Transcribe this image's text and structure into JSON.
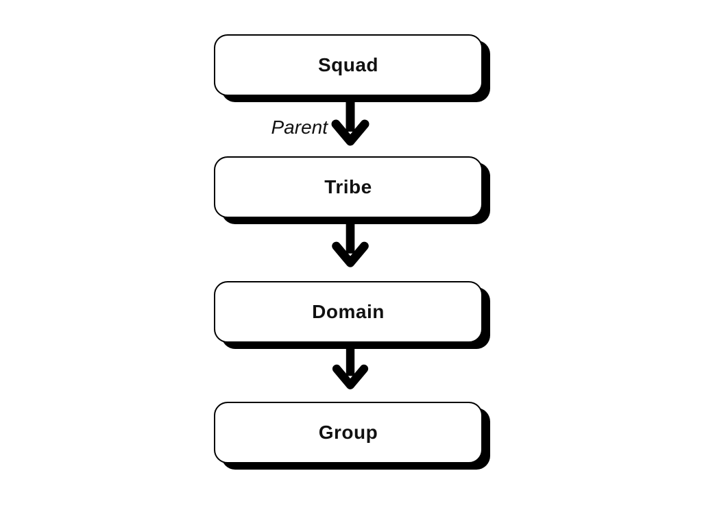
{
  "diagram": {
    "type": "vertical-flowchart",
    "nodes": [
      {
        "label": "Squad"
      },
      {
        "label": "Tribe"
      },
      {
        "label": "Domain"
      },
      {
        "label": "Group"
      }
    ],
    "edges": [
      {
        "from": "Squad",
        "to": "Tribe",
        "label": "Parent",
        "direction": "down"
      },
      {
        "from": "Tribe",
        "to": "Domain",
        "label": "",
        "direction": "down"
      },
      {
        "from": "Domain",
        "to": "Group",
        "label": "",
        "direction": "down"
      }
    ],
    "colors": {
      "background": "#ffffff",
      "node_fill": "#ffffff",
      "node_border": "#000000",
      "node_shadow": "#000000",
      "arrow": "#000000",
      "text": "#111111"
    }
  }
}
